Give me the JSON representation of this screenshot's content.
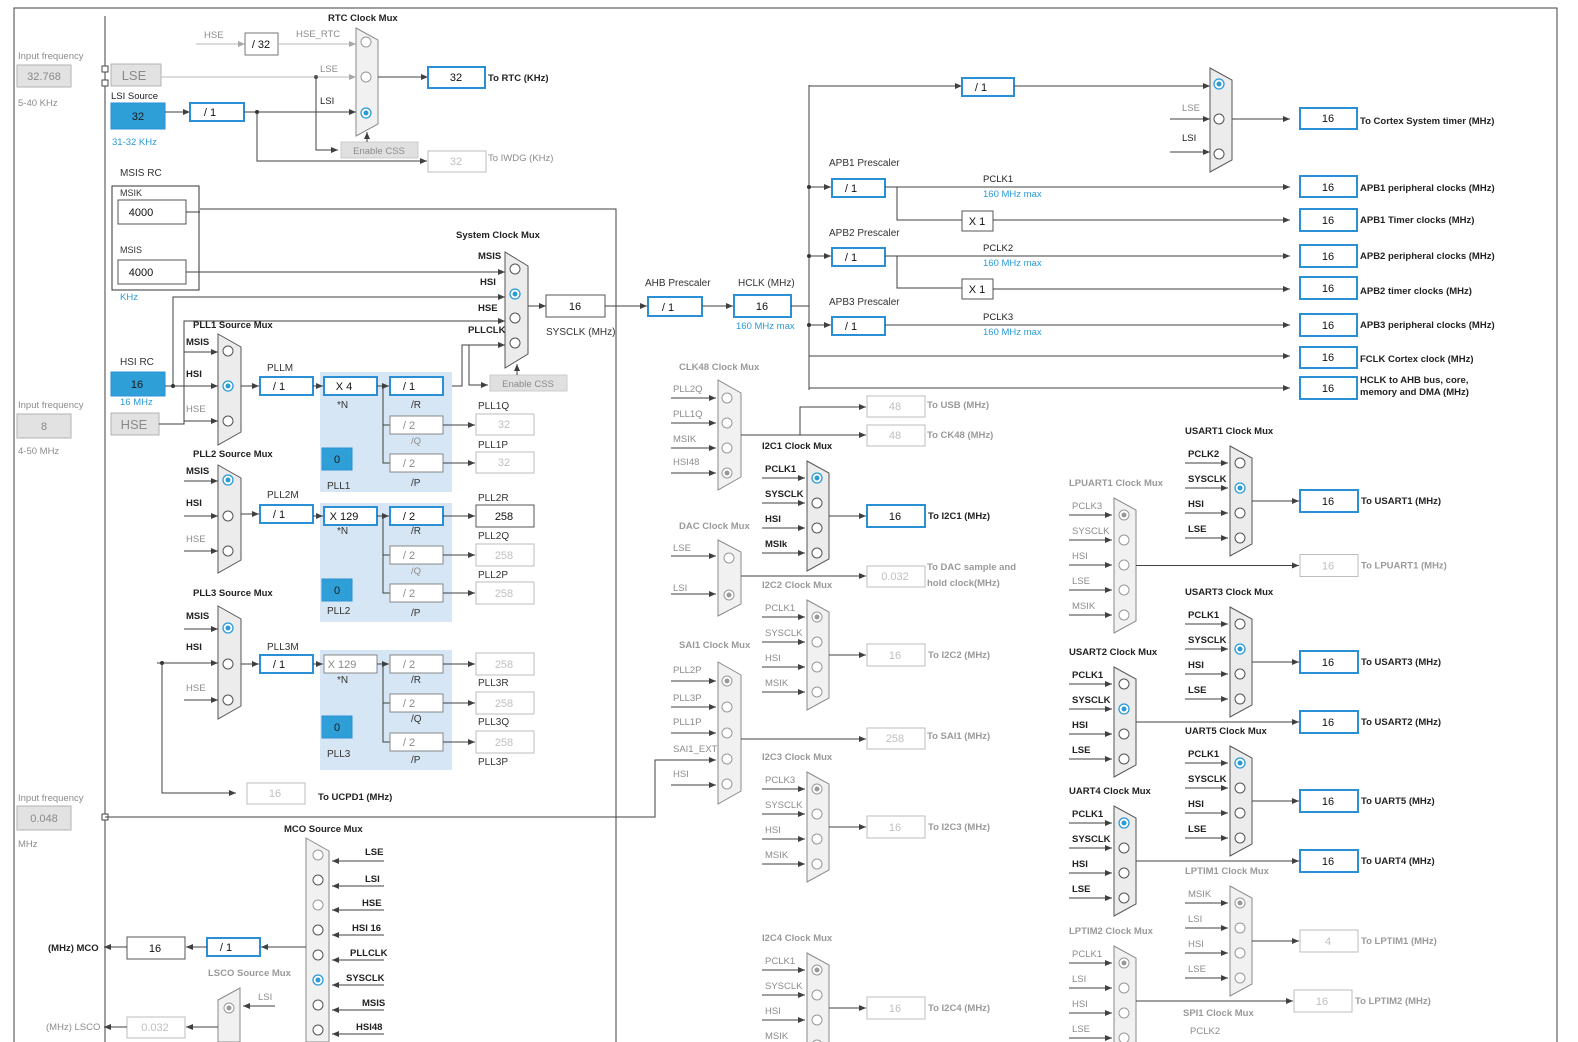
{
  "colors": {
    "accent": "#2b8fd6",
    "selected_fill": "#2f9fd8",
    "pll_region": "#d6e6f4",
    "disabled": "#bdbdbd"
  },
  "inputs": {
    "lse": {
      "freq_label": "Input frequency",
      "value": "32.768",
      "range": "5-40 KHz",
      "name": "LSE"
    },
    "lsi": {
      "label": "LSI Source",
      "value": "32",
      "range": "31-32 KHz"
    },
    "msis_rc": {
      "label": "MSIS RC",
      "msik_label": "MSIK",
      "msik_value": "4000",
      "msis_label": "MSIS",
      "msis_value": "4000",
      "unit": "KHz"
    },
    "hsi_rc": {
      "label": "HSI RC",
      "value": "16",
      "unit": "16 MHz"
    },
    "hse": {
      "freq_label": "Input frequency",
      "value": "8",
      "range": "4-50 MHz",
      "name": "HSE"
    },
    "hse_ext": {
      "freq_label": "Input frequency",
      "value": "0.048",
      "unit": "MHz"
    }
  },
  "rtc": {
    "mux_label": "RTC Clock Mux",
    "hse": "HSE",
    "div": "/ 32",
    "hse_rtc": "HSE_RTC",
    "lse": "LSE",
    "lsi": "LSI",
    "lsi_div": "/ 1",
    "enable_css": "Enable CSS",
    "to_rtc_value": "32",
    "to_rtc_label": "To RTC (KHz)",
    "to_iwdg_value": "32",
    "to_iwdg_label": "To IWDG (KHz)"
  },
  "sysclk": {
    "mux_label": "System Clock Mux",
    "msis": "MSIS",
    "hsi": "HSI",
    "hse": "HSE",
    "pllclk": "PLLCLK",
    "value": "16",
    "label": "SYSCLK (MHz)",
    "enable_css": "Enable CSS"
  },
  "ahb": {
    "label": "AHB Prescaler",
    "div": "/ 1",
    "hclk_label": "HCLK (MHz)",
    "hclk_value": "16",
    "hclk_max": "160 MHz max"
  },
  "pll1": {
    "mux_label": "PLL1 Source Mux",
    "msis": "MSIS",
    "hsi": "HSI",
    "hse": "HSE",
    "m_label": "PLLM",
    "m_div": "/ 1",
    "n_mult": "X 4",
    "n_label": "*N",
    "r_div": "/ 1",
    "r_label": "/R",
    "q_div": "/ 2",
    "q_label": "/Q",
    "p_div": "/ 2",
    "p_label": "/P",
    "frac": "0",
    "name": "PLL1",
    "q_out_label": "PLL1Q",
    "q_out": "32",
    "p_out_label": "PLL1P",
    "p_out": "32"
  },
  "pll2": {
    "mux_label": "PLL2 Source Mux",
    "msis": "MSIS",
    "hsi": "HSI",
    "hse": "HSE",
    "m_label": "PLL2M",
    "m_div": "/ 1",
    "n_mult": "X 129",
    "n_label": "*N",
    "r_div": "/ 2",
    "r_label": "/R",
    "q_div": "/ 2",
    "q_label": "/Q",
    "p_div": "/ 2",
    "p_label": "/P",
    "frac": "0",
    "name": "PLL2",
    "r_out_label": "PLL2R",
    "r_out": "258",
    "q_out_label": "PLL2Q",
    "q_out": "258",
    "p_out_label": "PLL2P",
    "p_out": "258"
  },
  "pll3": {
    "mux_label": "PLL3 Source Mux",
    "msis": "MSIS",
    "hsi": "HSI",
    "hse": "HSE",
    "m_label": "PLL3M",
    "m_div": "/ 1",
    "n_mult": "X 129",
    "n_label": "*N",
    "r_div": "/ 2",
    "r_label": "/R",
    "q_div": "/ 2",
    "q_label": "/Q",
    "p_div": "/ 2",
    "p_label": "/P",
    "frac": "0",
    "name": "PLL3",
    "r_out_label": "PLL3R",
    "r_out": "258",
    "q_out_label": "PLL3Q",
    "q_out": "258",
    "p_out_label": "PLL3P",
    "p_out": "258"
  },
  "ucpd": {
    "value": "16",
    "label": "To UCPD1 (MHz)"
  },
  "cortex": {
    "div": "/ 1",
    "lse": "LSE",
    "lsi": "LSI",
    "value": "16",
    "label": "To Cortex System timer (MHz)"
  },
  "apb1": {
    "label": "APB1 Prescaler",
    "div": "/ 1",
    "pclk": "PCLK1",
    "max": "160 MHz max",
    "x": "X 1",
    "periph_value": "16",
    "periph_label": "APB1 peripheral clocks (MHz)",
    "timer_value": "16",
    "timer_label": "APB1 Timer clocks (MHz)"
  },
  "apb2": {
    "label": "APB2 Prescaler",
    "div": "/ 1",
    "pclk": "PCLK2",
    "max": "160 MHz max",
    "x": "X 1",
    "periph_value": "16",
    "periph_label": "APB2 peripheral clocks (MHz)",
    "timer_value": "16",
    "timer_label": "APB2 timer clocks (MHz)"
  },
  "apb3": {
    "label": "APB3 Prescaler",
    "div": "/ 1",
    "pclk": "PCLK3",
    "max": "160 MHz max",
    "periph_value": "16",
    "periph_label": "APB3 peripheral clocks (MHz)"
  },
  "fclk": {
    "value": "16",
    "label": "FCLK Cortex clock (MHz)"
  },
  "hclk_ahb": {
    "value": "16",
    "label1": "HCLK to AHB bus, core,",
    "label2": "memory and DMA (MHz)"
  },
  "clk48": {
    "mux_label": "CLK48 Clock Mux",
    "in": [
      "PLL2Q",
      "PLL1Q",
      "MSIK",
      "HSI48"
    ],
    "usb_value": "48",
    "usb_label": "To USB (MHz)",
    "ck48_value": "48",
    "ck48_label": "To CK48 (MHz)"
  },
  "dac": {
    "mux_label": "DAC Clock Mux",
    "in": [
      "LSE",
      "LSI"
    ],
    "value": "0.032",
    "label1": "To DAC sample and",
    "label2": "hold clock(MHz)"
  },
  "sai1": {
    "mux_label": "SAI1 Clock Mux",
    "in": [
      "PLL2P",
      "PLL3P",
      "PLL1P",
      "SAI1_EXT",
      "HSI"
    ],
    "value": "258",
    "label": "To SAI1 (MHz)"
  },
  "i2c1": {
    "mux_label": "I2C1 Clock Mux",
    "in": [
      "PCLK1",
      "SYSCLK",
      "HSI",
      "MSIk"
    ],
    "value": "16",
    "label": "To I2C1 (MHz)"
  },
  "i2c2": {
    "mux_label": "I2C2 Clock Mux",
    "in": [
      "PCLK1",
      "SYSCLK",
      "HSI",
      "MSIK"
    ],
    "value": "16",
    "label": "To I2C2 (MHz)"
  },
  "i2c3": {
    "mux_label": "I2C3 Clock Mux",
    "in": [
      "PCLK3",
      "SYSCLK",
      "HSI",
      "MSIK"
    ],
    "value": "16",
    "label": "To I2C3 (MHz)"
  },
  "i2c4": {
    "mux_label": "I2C4 Clock Mux",
    "in": [
      "PCLK1",
      "SYSCLK",
      "HSI",
      "MSIK"
    ],
    "value": "16",
    "label": "To I2C4 (MHz)"
  },
  "lpuart1": {
    "mux_label": "LPUART1 Clock Mux",
    "in": [
      "PCLK3",
      "SYSCLK",
      "HSI",
      "LSE",
      "MSIK"
    ],
    "value": "16",
    "label": "To LPUART1 (MHz)"
  },
  "usart1": {
    "mux_label": "USART1 Clock Mux",
    "in": [
      "PCLK2",
      "SYSCLK",
      "HSI",
      "LSE"
    ],
    "value": "16",
    "label": "To USART1 (MHz)"
  },
  "usart2": {
    "mux_label": "USART2 Clock Mux",
    "in": [
      "PCLK1",
      "SYSCLK",
      "HSI",
      "LSE"
    ],
    "value": "16",
    "label": "To USART2 (MHz)"
  },
  "usart3": {
    "mux_label": "USART3 Clock Mux",
    "in": [
      "PCLK1",
      "SYSCLK",
      "HSI",
      "LSE"
    ],
    "value": "16",
    "label": "To USART3 (MHz)"
  },
  "uart4": {
    "mux_label": "UART4 Clock Mux",
    "in": [
      "PCLK1",
      "SYSCLK",
      "HSI",
      "LSE"
    ],
    "value": "16",
    "label": "To UART4 (MHz)"
  },
  "uart5": {
    "mux_label": "UART5 Clock Mux",
    "in": [
      "PCLK1",
      "SYSCLK",
      "HSI",
      "LSE"
    ],
    "value": "16",
    "label": "To UART5 (MHz)"
  },
  "lptim1": {
    "mux_label": "LPTIM1 Clock Mux",
    "in": [
      "MSIK",
      "LSI",
      "HSI",
      "LSE"
    ],
    "value": "4",
    "label": "To LPTIM1 (MHz)"
  },
  "lptim2": {
    "mux_label": "LPTIM2 Clock Mux",
    "in": [
      "PCLK1",
      "LSI",
      "HSI",
      "LSE"
    ],
    "value": "16",
    "label": "To LPTIM2 (MHz)"
  },
  "spi1": {
    "mux_label": "SPI1 Clock Mux",
    "in0": "PCLK2"
  },
  "mco": {
    "mux_label": "MCO Source Mux",
    "in": [
      "LSE",
      "LSI",
      "HSE",
      "HSI 16",
      "PLLCLK",
      "SYSCLK",
      "MSIS",
      "HSI48"
    ],
    "div": "/ 1",
    "value": "16",
    "label": "(MHz) MCO"
  },
  "lsco": {
    "mux_label": "LSCO Source Mux",
    "in0": "LSI",
    "value": "0.032",
    "label": "(MHz) LSCO"
  }
}
